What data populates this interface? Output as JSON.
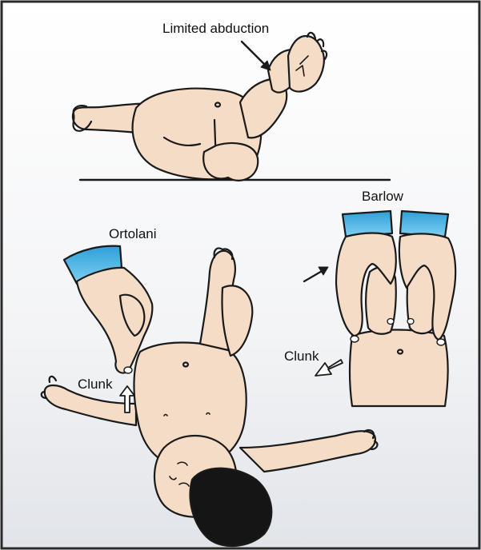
{
  "labels": {
    "limited_abduction": "Limited abduction",
    "barlow": "Barlow",
    "ortolani": "Ortolani",
    "clunk_left": "Clunk",
    "clunk_right": "Clunk"
  },
  "colors": {
    "skin": "#f5dcc7",
    "skin_shadow": "#e9c6ad",
    "outline": "#1a1a1a",
    "sleeve": "#49b4e6",
    "hair": "#151515",
    "frame": "#2a2a2a",
    "background_top": "#ffffff",
    "background_bottom": "#e3e6ea"
  }
}
